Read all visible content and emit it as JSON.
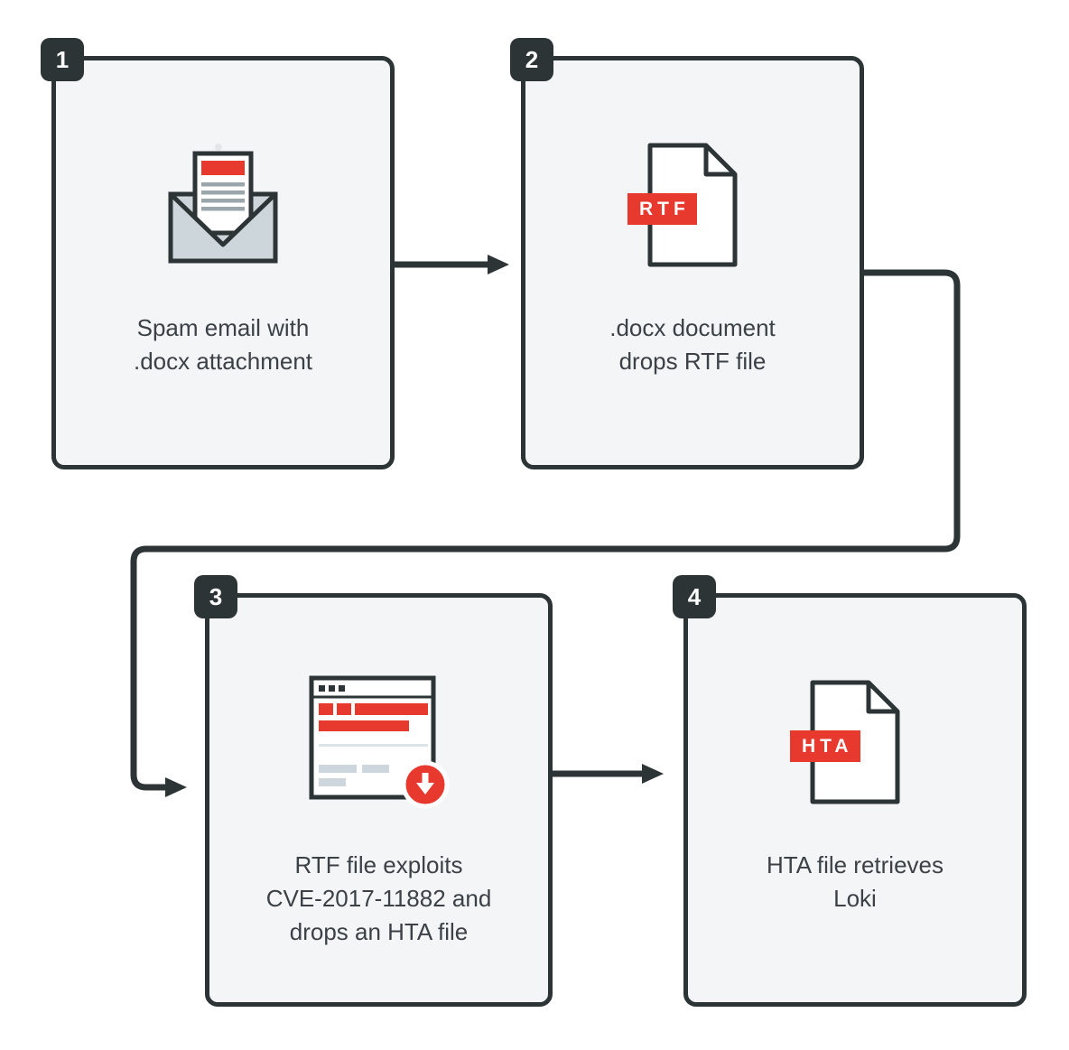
{
  "diagram": {
    "steps": [
      {
        "number": "1",
        "icon": "spam-email-icon",
        "label": "Spam email with\n.docx attachment"
      },
      {
        "number": "2",
        "icon": "rtf-file-icon",
        "file_badge": "RTF",
        "label": ".docx document\ndrops RTF file"
      },
      {
        "number": "3",
        "icon": "browser-download-icon",
        "label": "RTF file exploits\nCVE-2017-11882 and\ndrops an HTA file"
      },
      {
        "number": "4",
        "icon": "hta-file-icon",
        "file_badge": "HTA",
        "label": "HTA file retrieves\nLoki"
      }
    ],
    "connections": [
      {
        "from": "1",
        "to": "2"
      },
      {
        "from": "2",
        "to": "3"
      },
      {
        "from": "3",
        "to": "4"
      }
    ],
    "colors": {
      "outline": "#2d3436",
      "box_fill": "#f3f5f6",
      "accent_red": "#e8392e",
      "envelope_gray": "#cdd6db",
      "text": "#3b4146"
    }
  }
}
